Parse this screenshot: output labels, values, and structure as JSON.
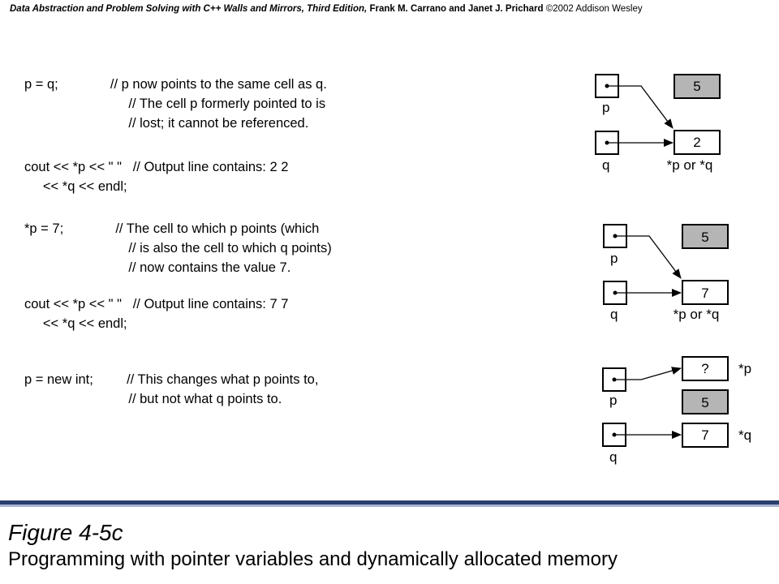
{
  "header": {
    "book_title": "Data Abstraction  and Problem Solving with C++ Walls and Mirrors, Third Edition,",
    "authors": " Frank M. Carrano  and Janet J. Prichard",
    "copyright": "   ©2002  Addison Wesley"
  },
  "code": {
    "block1": "p = q;              // p now points to the same cell as q.\n                            // The cell p formerly pointed to is\n                            // lost; it cannot be referenced.",
    "block2": "cout << *p << \" \"   // Output line contains: 2 2\n     << *q << endl;",
    "block3": "*p = 7;              // The cell to which p points (which\n                            // is also the cell to which q points)\n                            // now contains the value 7.",
    "block4": "cout << *p << \" \"   // Output line contains: 7 7\n     << *q << endl;",
    "block5": "p = new int;         // This changes what p points to,\n                            // but not what q points to."
  },
  "diagram": {
    "panel1": {
      "p_label": "p",
      "q_label": "q",
      "lost_cell_value": "5",
      "shared_cell_value": "2",
      "shared_cell_label": "*p or *q"
    },
    "panel2": {
      "p_label": "p",
      "q_label": "q",
      "lost_cell_value": "5",
      "shared_cell_value": "7",
      "shared_cell_label": "*p or *q"
    },
    "panel3": {
      "p_label": "p",
      "q_label": "q",
      "new_cell_value": "?",
      "new_cell_label": "*p",
      "lost_cell_value": "5",
      "q_cell_value": "7",
      "q_cell_label": "*q"
    },
    "colors": {
      "lost_cell_fill": "#b5b5b5",
      "cell_fill": "#ffffff",
      "stroke": "#000000"
    }
  },
  "figure": {
    "number": "Figure 4-5c",
    "caption": "Programming with pointer variables and dynamically allocated memory"
  }
}
